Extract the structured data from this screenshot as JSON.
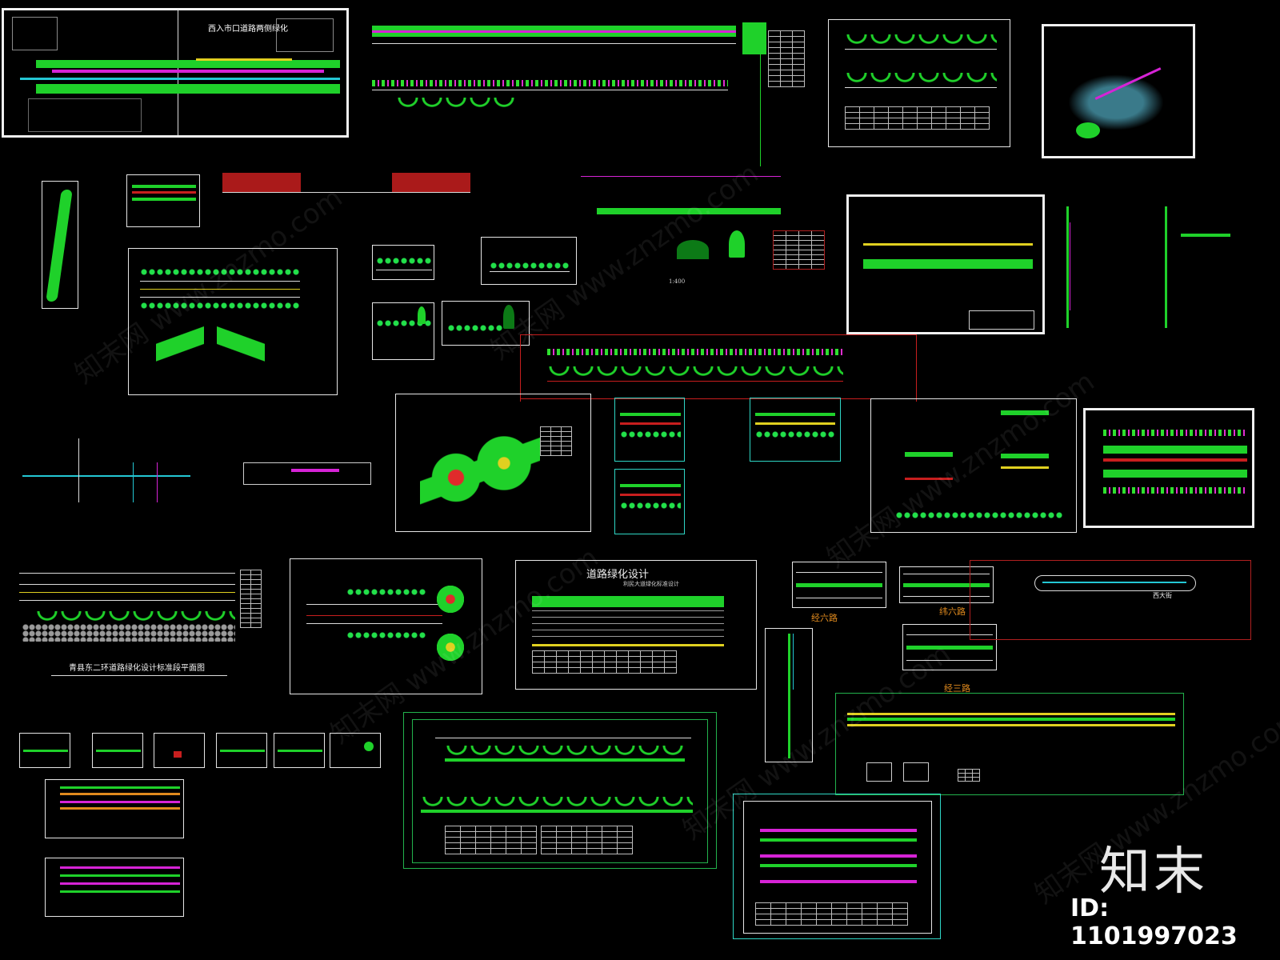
{
  "labels": {
    "sheet1_title": "西入市口道路两侧绿化",
    "sheet_east_ring": "青县东二环道路绿化设计标准段平面图",
    "sheet_design_title": "道路绿化设计",
    "sheet_design_subtitle": "利民大道绿化标准设计",
    "road_jing6": "经六路",
    "road_wei6": "纬六路",
    "road_jing3": "经三路",
    "road_xidajie": "西大街",
    "scale_label": "1:400"
  },
  "brand": {
    "logo_text": "知末",
    "id_text": "ID: 1101997023",
    "watermark_text": "知末网 www.znzmo.com"
  },
  "colors": {
    "background": "#000000",
    "green": "#1fd12a",
    "magenta": "#d623d6",
    "yellow": "#e0d020",
    "red": "#c81e1e",
    "cyan": "#24c7d4",
    "road_label": "#e08a1e"
  }
}
